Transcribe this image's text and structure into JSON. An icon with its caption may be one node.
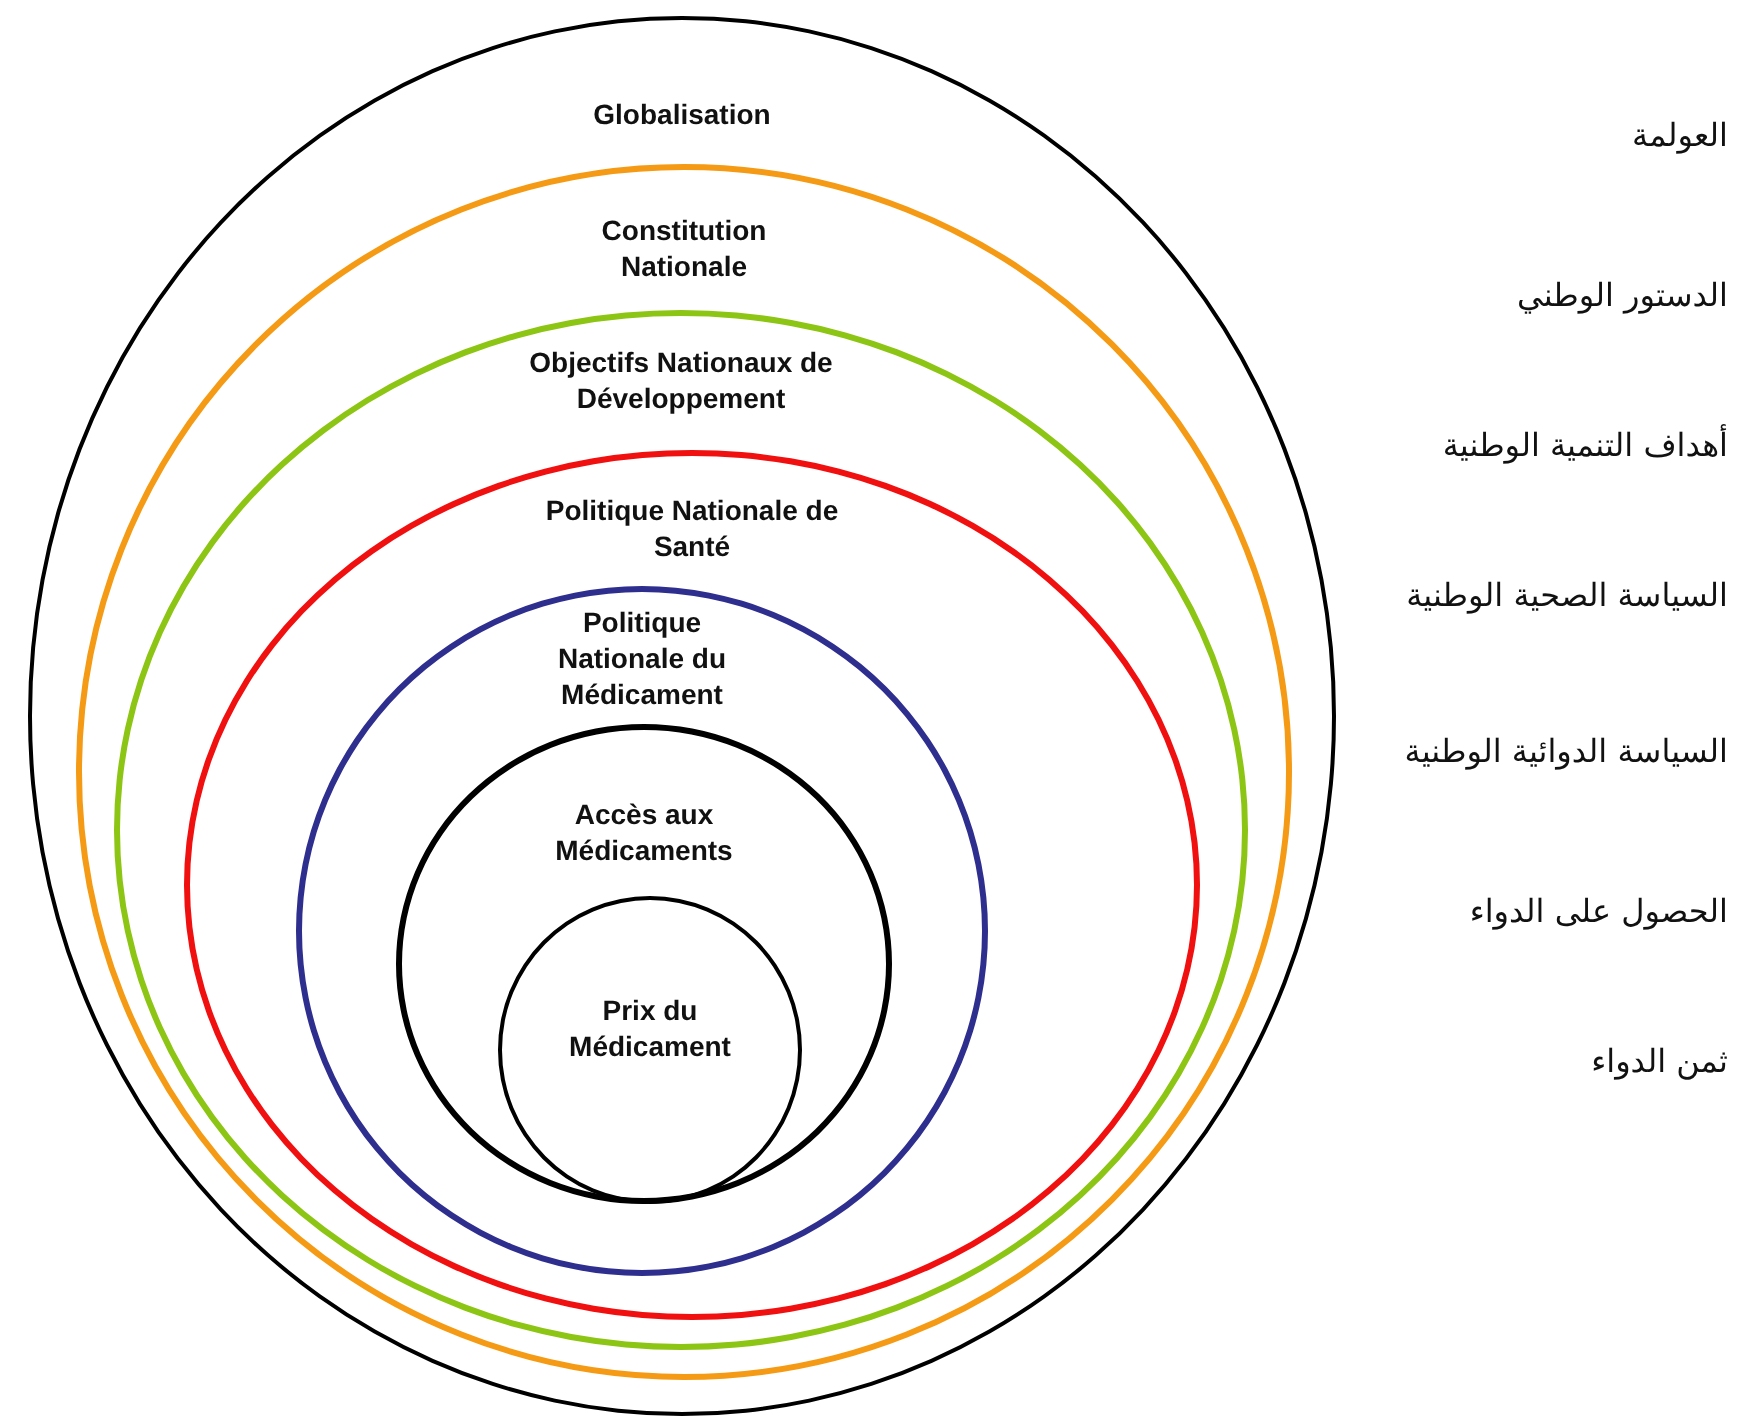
{
  "diagram": {
    "nodes": [
      {
        "text": [
          "Globalisation"
        ]
      },
      {
        "text": [
          "Constitution Nationale"
        ],
        "in": 0
      },
      {
        "text": [
          "Objectifs Nationaux de Développement"
        ],
        "in": 1
      },
      {
        "text": [
          "Politique Nationale de Santé"
        ],
        "in": 2
      },
      {
        "text": [
          "Politique Nationale du Médicament"
        ],
        "in": 3
      },
      {
        "text": [
          "Accès aux Médicaments"
        ],
        "in": 4
      },
      {
        "text": [
          "Prix du Médicament"
        ],
        "in": 5
      }
    ],
    "labels": [
      "العولمة",
      "الدستور الوطني",
      "أهداف التنمية الوطنية",
      "السياسة الصحية الوطنية",
      "السياسة الدوائية الوطنية",
      "الحصول على الدواء",
      "ثمن الدواء"
    ]
  }
}
